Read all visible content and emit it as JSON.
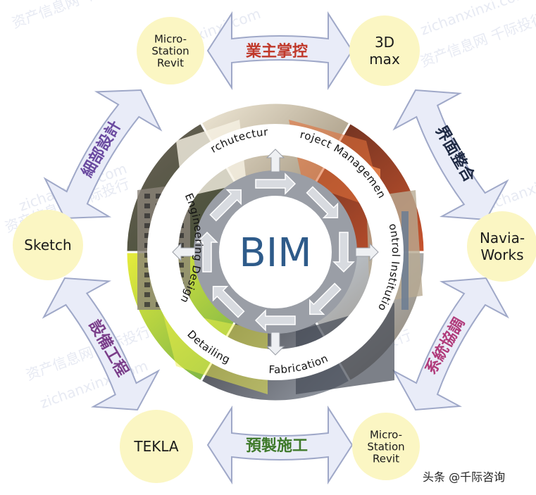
{
  "center": {
    "label": "BIM"
  },
  "nodes": [
    {
      "id": "ms-top",
      "lines": [
        "Micro-",
        "Station",
        "Revit"
      ]
    },
    {
      "id": "3dmax",
      "lines": [
        "3D",
        "max"
      ]
    },
    {
      "id": "navia",
      "lines": [
        "Navia-",
        "Works"
      ]
    },
    {
      "id": "ms-bottom",
      "lines": [
        "Micro-",
        "Station",
        "Revit"
      ]
    },
    {
      "id": "tekla",
      "lines": [
        "TEKLA"
      ]
    },
    {
      "id": "sketch",
      "lines": [
        "Sketch"
      ]
    }
  ],
  "arrow_labels": {
    "top": "業主掌控",
    "right_upper": "界面整合",
    "right_lower": "系統協調",
    "bottom": "預製施工",
    "left_lower": "設備工程",
    "left_upper": "細部設計"
  },
  "ring_labels": {
    "architecture": "Archutecture",
    "project_management": "Project Management",
    "control_institution": "Control Institution",
    "fabrication": "Fabrication",
    "detailing": "Detailing",
    "engineering_design": "Engineering Design"
  },
  "watermarks": [
    "资产信息网 千际投行",
    "zichanxinxi.com"
  ],
  "credit": "头条 @千际咨询",
  "colors": {
    "node_fill": "#fbf6c3",
    "arrow_fill": "#e9ecf8",
    "arrow_stroke": "#9fa8c8",
    "top_label": "#c0392b",
    "right_upper_label": "#1f2a44",
    "right_lower_label": "#b03a7a",
    "bottom_label": "#3f7a2b",
    "left_lower_label": "#7a3e8a",
    "left_upper_label": "#6a4aa0",
    "center_text": "#2e5b8a",
    "inner_ring": "#9a9ea6"
  }
}
